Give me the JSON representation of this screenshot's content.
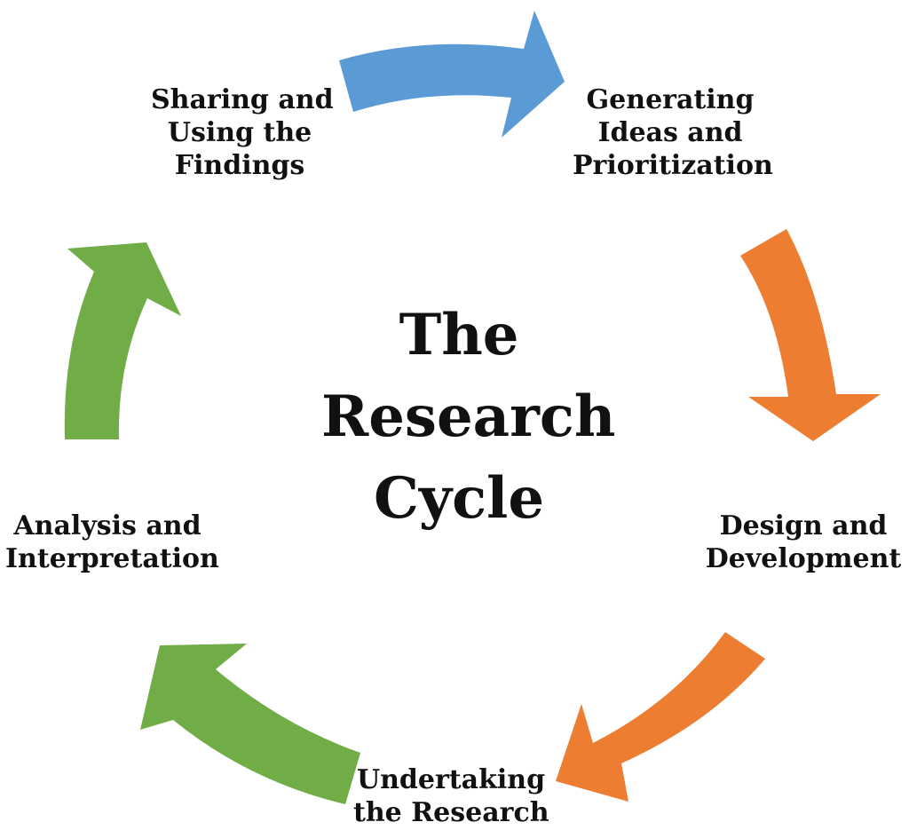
{
  "title_lines": [
    "The",
    "Research",
    "Cycle"
  ],
  "stages": {
    "sharing": [
      "Sharing and",
      "Using the",
      "Findings"
    ],
    "generating": [
      "Generating",
      "Ideas and",
      "Prioritization"
    ],
    "design": [
      "Design and",
      "Development"
    ],
    "undertaking": [
      "Undertaking",
      "the Research"
    ],
    "analysis": [
      "Analysis and",
      "Interpretation"
    ]
  },
  "colors": {
    "blue": "#5b9bd5",
    "orange": "#ed7d31",
    "green": "#70ad47",
    "text": "#111111"
  }
}
